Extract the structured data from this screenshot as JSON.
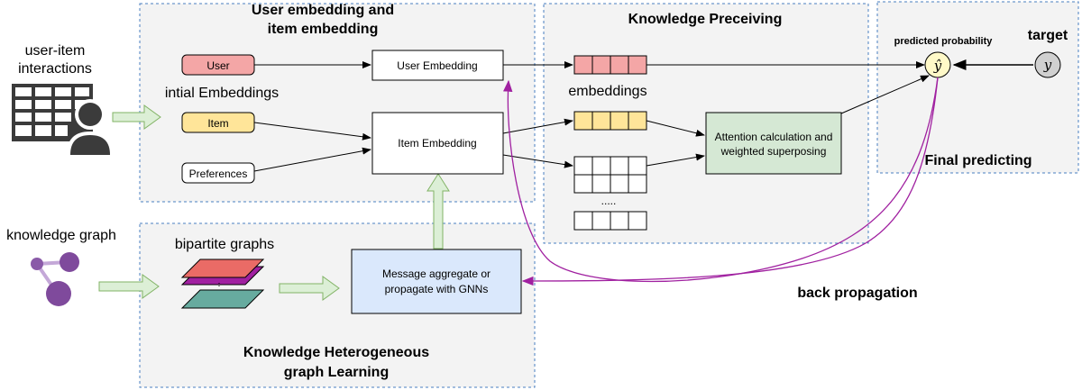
{
  "left": {
    "interactions_label_1": "user-item",
    "interactions_label_2": "interactions",
    "kg_label": "knowledge graph"
  },
  "embedding_panel": {
    "title_1": "User embedding and",
    "title_2": "item embedding",
    "initial_label": "intial Embeddings",
    "user_box": "User",
    "item_box": "Item",
    "pref_box": "Preferences",
    "user_embedding": "User Embedding",
    "item_embedding": "Item Embedding"
  },
  "knowledge_panel": {
    "title": "Knowledge Preceiving",
    "embeddings_label": "embeddings",
    "dots": ".....",
    "attention_1": "Attention calculation and",
    "attention_2": "weighted superposing"
  },
  "final_panel": {
    "title": "Final predicting",
    "predicted_label": "predicted probability",
    "target_label": "target",
    "yhat": "ŷ",
    "y": "y"
  },
  "graph_panel": {
    "bipartite_label": "bipartite graphs",
    "gnn_1": "Message aggregate or",
    "gnn_2": "propagate with GNNs",
    "title_1": "Knowledge Heterogeneous",
    "title_2": "graph Learning"
  },
  "back_propagation": "back propagation",
  "colors": {
    "panel_bg": "#f3f3f3",
    "panel_border": "#4a7fc0",
    "user_box": "#f4a6a6",
    "item_box": "#ffe599",
    "attention_box": "#d5e8d4",
    "gnn_box": "#dae8fc",
    "arrow_purple": "#a020a0",
    "kg_node": "#7f4a9c",
    "green_arrow": "#dcefd6"
  }
}
